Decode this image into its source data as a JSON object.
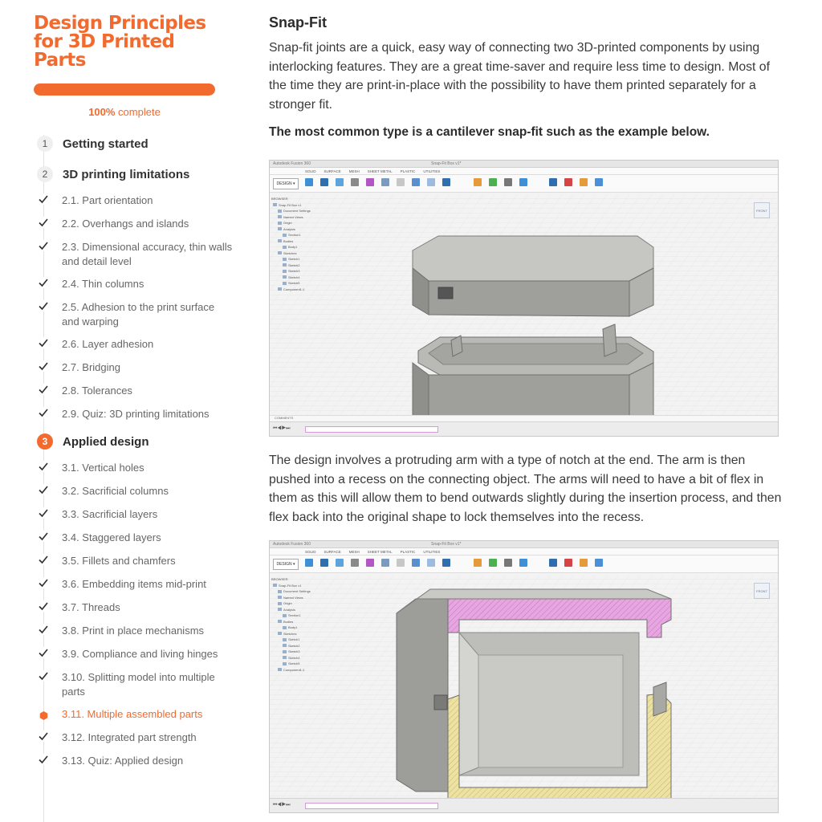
{
  "sidebar": {
    "course_title": "Design Principles for 3D Printed Parts",
    "progress": {
      "percent": 100,
      "percent_label": "100%",
      "suffix": " complete"
    },
    "sections": [
      {
        "number": "1",
        "label": "Getting started",
        "items": []
      },
      {
        "number": "2",
        "label": "3D printing limitations",
        "items": [
          {
            "label": "2.1.  Part orientation"
          },
          {
            "label": "2.2.  Overhangs and islands"
          },
          {
            "label": "2.3.  Dimensional accuracy, thin walls and detail level"
          },
          {
            "label": "2.4.  Thin columns"
          },
          {
            "label": "2.5.  Adhesion to the print surface and warping"
          },
          {
            "label": "2.6.  Layer adhesion"
          },
          {
            "label": "2.7.  Bridging"
          },
          {
            "label": "2.8.  Tolerances"
          },
          {
            "label": "2.9.  Quiz: 3D printing limitations"
          }
        ]
      },
      {
        "number": "3",
        "label": "Applied design",
        "items": [
          {
            "label": "3.1.  Vertical holes"
          },
          {
            "label": "3.2.  Sacrificial columns"
          },
          {
            "label": "3.3.  Sacrificial layers"
          },
          {
            "label": "3.4.  Staggered layers"
          },
          {
            "label": "3.5.  Fillets and chamfers"
          },
          {
            "label": "3.6.  Embedding items mid-print"
          },
          {
            "label": "3.7.  Threads"
          },
          {
            "label": "3.8.  Print in place mechanisms"
          },
          {
            "label": "3.9.  Compliance and living hinges"
          },
          {
            "label": "3.10. Splitting model into multiple parts"
          },
          {
            "label": "3.11. Multiple assembled parts"
          },
          {
            "label": "3.12. Integrated part strength"
          },
          {
            "label": "3.13. Quiz: Applied design"
          }
        ]
      }
    ]
  },
  "main": {
    "heading": "Snap-Fit",
    "para1": "Snap-fit joints are a quick, easy way of connecting two 3D-printed components by using interlocking features. They are a great time-saver and require less time to design. Most of the time they are print-in-place with the possibility to have them printed separately for a stronger fit.",
    "callout": "The most common type is a cantilever snap-fit such as the example below.",
    "para2": "The design involves a protruding arm with a type of notch at the end. The arm is then pushed into a recess on the connecting object. The arms will need to have a bit of flex in them as this will allow them to bend outwards slightly during the insertion process, and then flex back into the original shape to lock themselves into the recess."
  },
  "cad1": {
    "app_title": "Autodesk Fusion 360",
    "doc_tab": "Snap-Fit Box v1*",
    "design_button": "DESIGN ▾",
    "tabs": [
      "SOLID",
      "SURFACE",
      "MESH",
      "SHEET METAL",
      "PLASTIC",
      "UTILITIES"
    ],
    "browser_header": "BROWSER",
    "browser_items": [
      "Snap-Fit Box v1",
      "Document Settings",
      "Named Views",
      "Origin",
      "Analysis",
      "Section1",
      "Bodies",
      "Body1",
      "Sketches",
      "Sketch1",
      "Sketch2",
      "Sketch3",
      "Sketch4",
      "Sketch5",
      "Component1:1"
    ],
    "comments_label": "COMMENTS",
    "navcube_label": "FRONT"
  },
  "cad2": {
    "app_title": "Autodesk Fusion 360",
    "doc_tab": "Snap-Fit Box v1*",
    "design_button": "DESIGN ▾",
    "tabs": [
      "SOLID",
      "SURFACE",
      "MESH",
      "SHEET METAL",
      "PLASTIC",
      "UTILITIES"
    ],
    "browser_header": "BROWSER",
    "browser_items": [
      "Snap-Fit Box v1",
      "Document Settings",
      "Named Views",
      "Origin",
      "Analysis",
      "Section1",
      "Bodies",
      "Body1",
      "Sketches",
      "Sketch1",
      "Sketch2",
      "Sketch3",
      "Sketch4",
      "Sketch5",
      "Component1:1"
    ],
    "navcube_label": "FRONT"
  },
  "colors": {
    "accent": "#f26a2e",
    "cad_body": "#9e9e98",
    "section_hatch_pink": "#e7a6e2",
    "section_hatch_yellow": "#eee2a2"
  }
}
